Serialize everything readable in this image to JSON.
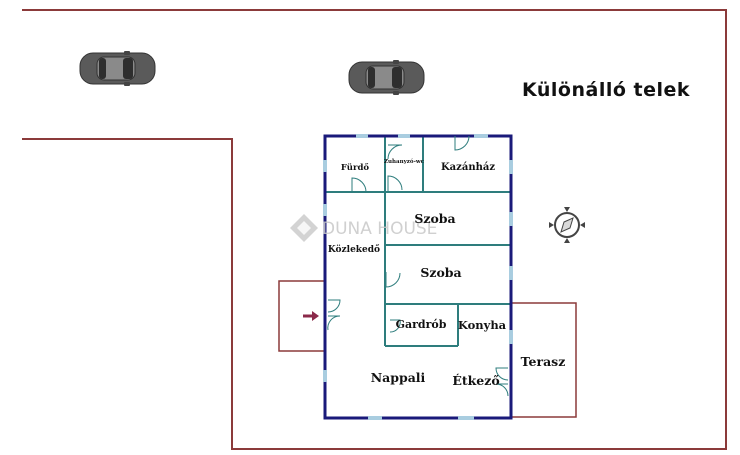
{
  "title": "Különálló telek",
  "watermark": {
    "text": "DUNA HOUSE"
  },
  "rooms": {
    "furdo": "Fürdő",
    "zuhanyzo_wc": "Zuhanyzó-wc",
    "kazanhaz": "Kazánház",
    "szoba1": "Szoba",
    "kozlekedo": "Közlekedő",
    "szoba2": "Szoba",
    "gardrob": "Gardrób",
    "konyha": "Konyha",
    "terasz": "Terasz",
    "nappali": "Nappali",
    "etkezo": "Étkező"
  },
  "icons": {
    "cars": [
      "car-icon",
      "car-icon"
    ],
    "compass": "compass-icon",
    "entrance": "entrance-arrow-icon",
    "logo": "duna-house-logo-icon"
  },
  "colors": {
    "plot_boundary": "#8b3a3a",
    "outer_wall": "#1a1a7a",
    "inner_wall": "#2e7d7d",
    "window": "#a9cde0",
    "car_body": "#5a5a5a",
    "entrance_arrow": "#8b2a4a",
    "watermark": "#c8c8c8"
  }
}
